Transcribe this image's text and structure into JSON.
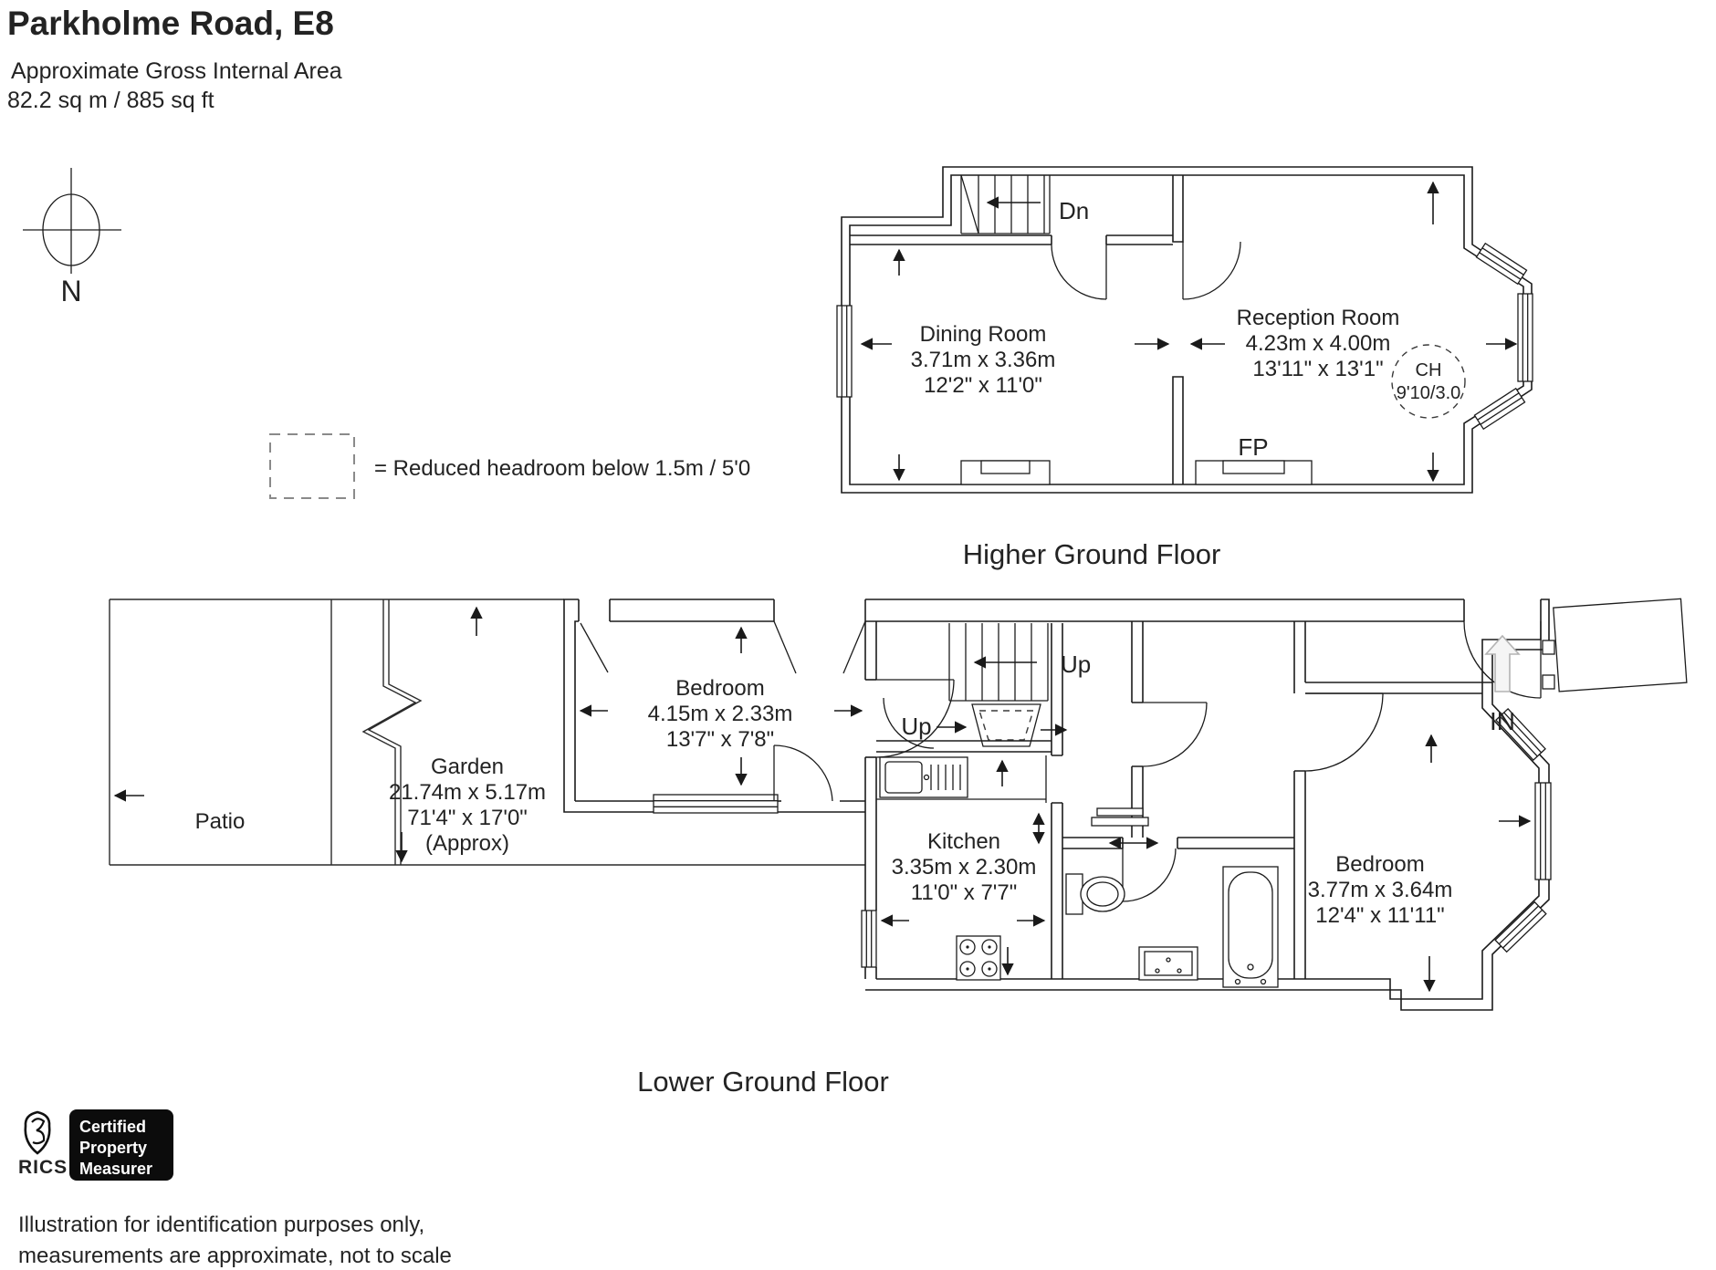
{
  "header": {
    "title": "Parkholme Road, E8",
    "subtitle_line1": "Approximate Gross Internal Area",
    "subtitle_line2": "82.2 sq m / 885 sq ft"
  },
  "compass": {
    "north_label": "N"
  },
  "legend": {
    "text": "= Reduced headroom below 1.5m / 5'0"
  },
  "higher_floor": {
    "caption": "Higher Ground Floor",
    "dining_room": {
      "name": "Dining Room",
      "dim_metric": "3.71m x 3.36m",
      "dim_imperial": "12'2\" x 11'0\""
    },
    "reception_room": {
      "name": "Reception Room",
      "dim_metric": "4.23m x 4.00m",
      "dim_imperial": "13'11\" x 13'1\""
    },
    "stairs_label": "Dn",
    "fireplace_label": "FP",
    "ceiling_height": {
      "line1": "CH",
      "line2": "9'10/3.0"
    }
  },
  "lower_floor": {
    "caption": "Lower Ground Floor",
    "patio": {
      "name": "Patio"
    },
    "garden": {
      "name": "Garden",
      "dim_metric": "21.74m x 5.17m",
      "dim_imperial": "71'4\" x 17'0\"",
      "approx": "(Approx)"
    },
    "bedroom_front": {
      "name": "Bedroom",
      "dim_metric": "4.15m x 2.33m",
      "dim_imperial": "13'7\" x 7'8\""
    },
    "kitchen": {
      "name": "Kitchen",
      "dim_metric": "3.35m x 2.30m",
      "dim_imperial": "11'0\" x 7'7\""
    },
    "bedroom_rear": {
      "name": "Bedroom",
      "dim_metric": "3.77m x 3.64m",
      "dim_imperial": "12'4\" x 11'11\""
    },
    "stairs_label_bottom": "Up",
    "stairs_label_top": "Up",
    "entrance_label": "IN"
  },
  "footer": {
    "rics_label": "RICS",
    "badge_line1": "Certified",
    "badge_line2": "Property",
    "badge_line3": "Measurer",
    "disclaimer_line1": "Illustration for identification purposes only,",
    "disclaimer_line2": "measurements are approximate, not to scale"
  }
}
